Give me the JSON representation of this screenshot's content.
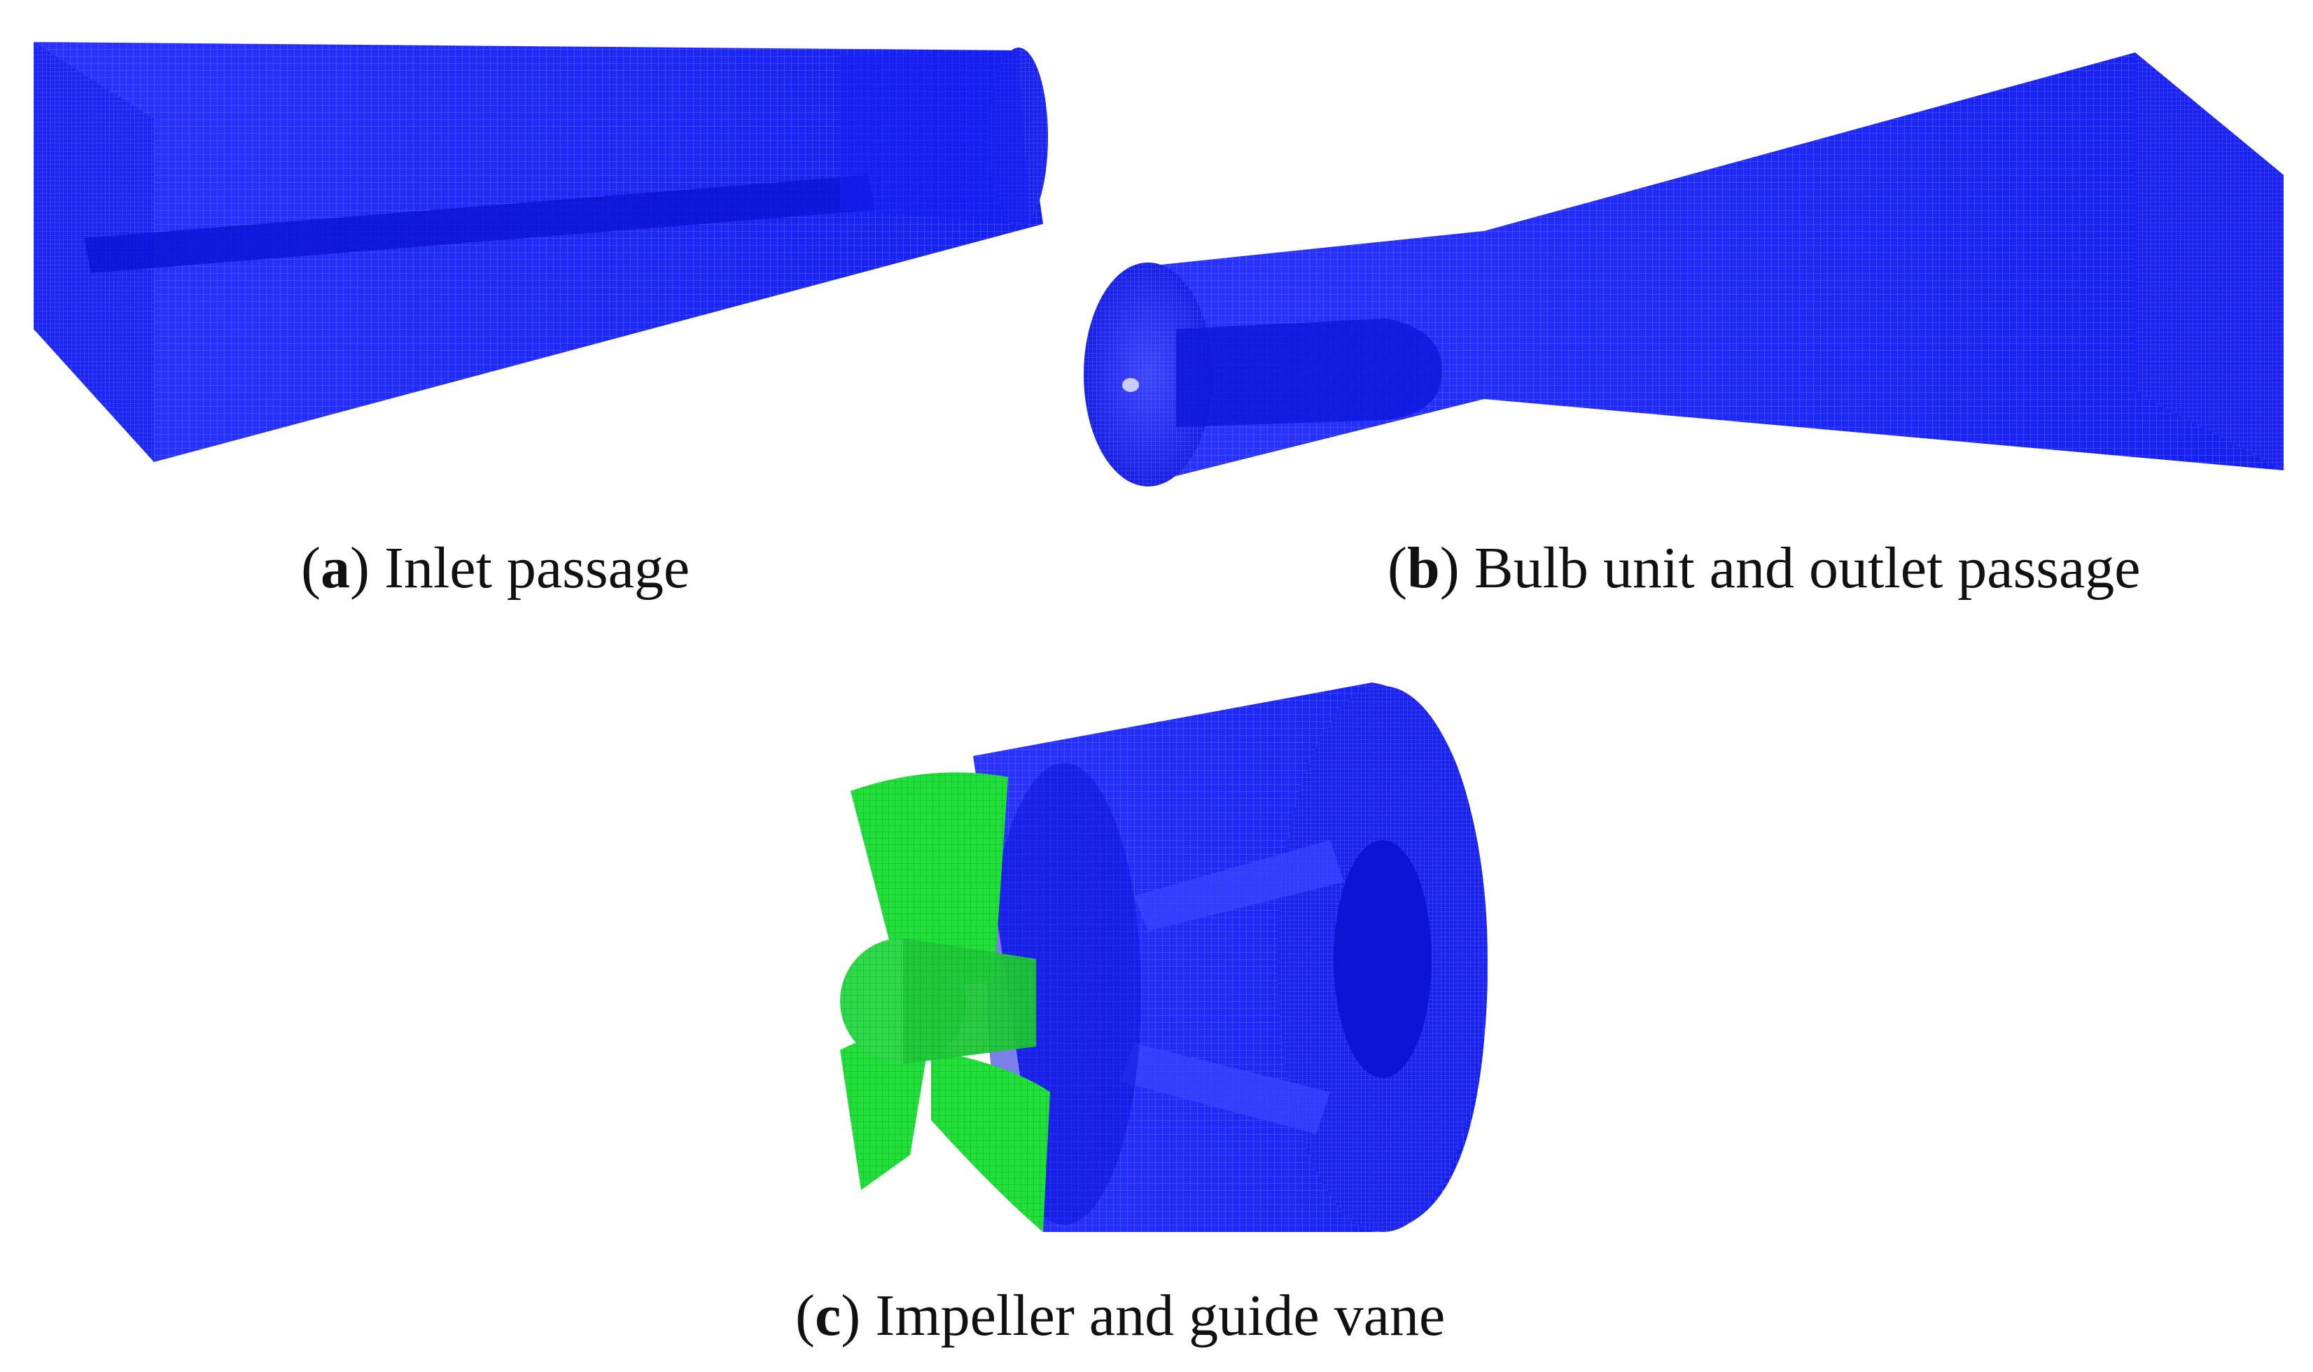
{
  "panels": [
    {
      "letter": "a",
      "label": "Inlet passage"
    },
    {
      "letter": "b",
      "label": "Bulb unit and outlet passage"
    },
    {
      "letter": "c",
      "label": "Impeller and guide vane"
    }
  ],
  "colors": {
    "mesh_blue": "#1f2bff",
    "mesh_blue_dark": "#0d14d6",
    "mesh_blue_light": "#4a55ff",
    "impeller_green": "#22e03a",
    "impeller_green_dark": "#10b52a"
  }
}
